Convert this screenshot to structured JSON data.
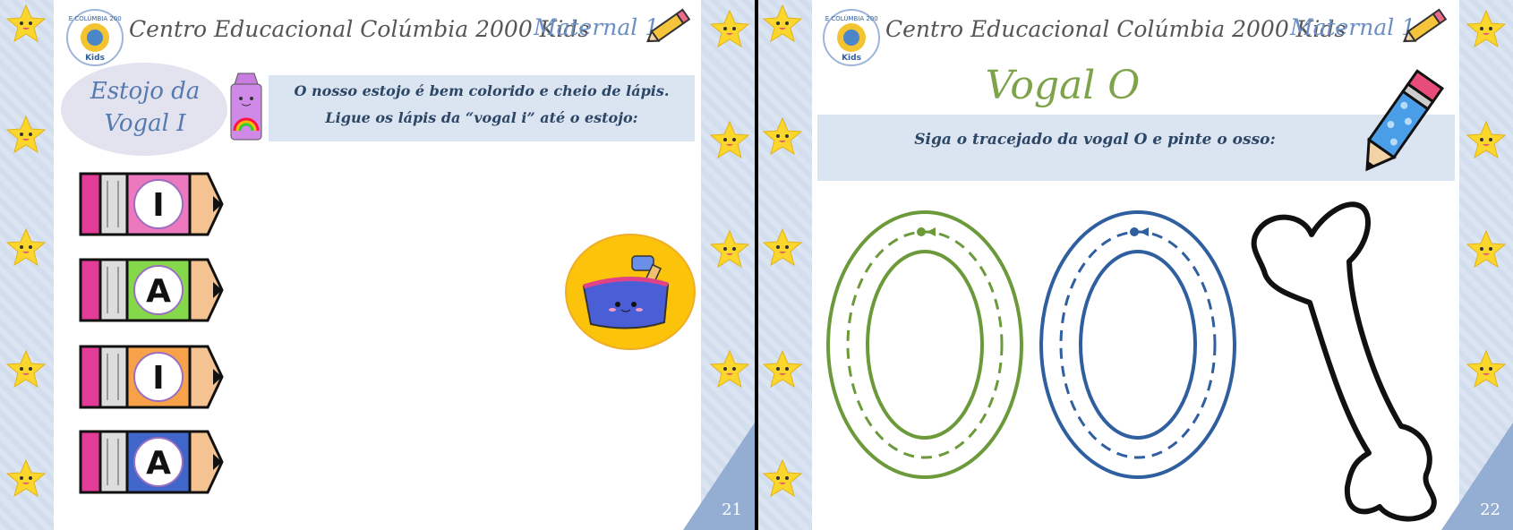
{
  "school_name": "Centro Educacional Colúmbia 2000 Kids",
  "grade": "Maternal 1",
  "logo_text": {
    "top": "CE COLÚMBIA 2000",
    "bottom": "Kids"
  },
  "page21": {
    "title_line1": "Estojo da",
    "title_line2": "Vogal I",
    "instruction_line1": "O nosso estojo é bem colorido e cheio de lápis.",
    "instruction_line2": "Ligue os lápis da “vogal i” até o estojo:",
    "pencils": [
      {
        "letter": "I",
        "color": "#ec78be"
      },
      {
        "letter": "A",
        "color": "#84d84a"
      },
      {
        "letter": "I",
        "color": "#f7a24a"
      },
      {
        "letter": "A",
        "color": "#3f66c8"
      }
    ],
    "page_number": "21"
  },
  "page22": {
    "title": "Vogal O",
    "instruction": "Siga o tracejado da vogal O e pinte o osso:",
    "page_number": "22"
  },
  "colors": {
    "green": "#6c9a3a",
    "blue": "#2f5f9f",
    "strip": "#dbe4f1",
    "corner": "#93add3",
    "star": "#fbd62c"
  }
}
